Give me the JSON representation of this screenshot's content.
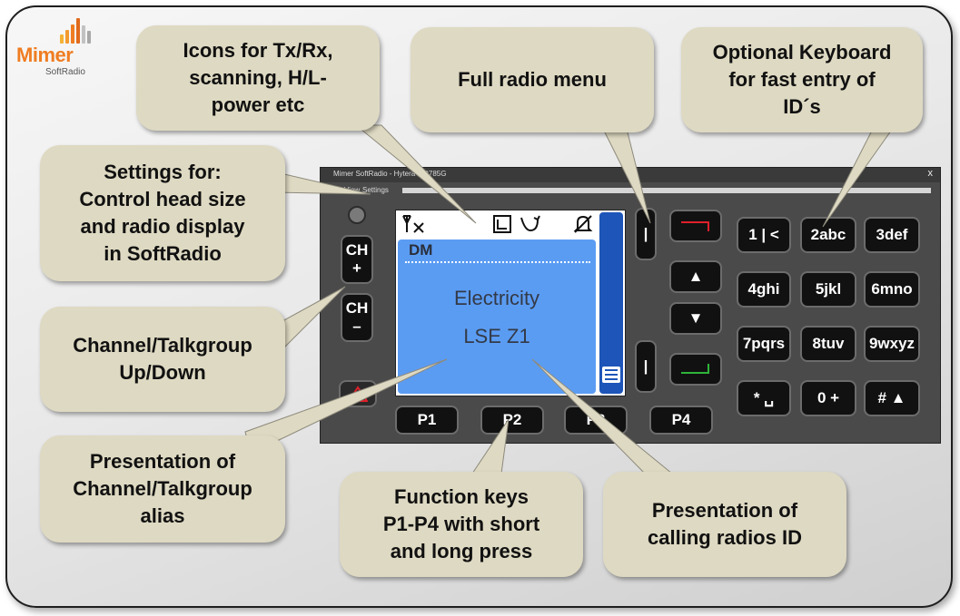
{
  "logo": {
    "name": "Mimer",
    "sub": "SoftRadio",
    "bar_colors": [
      "#f5b335",
      "#f29a2e",
      "#ef7d22",
      "#e06a1c",
      "#c2c2c2",
      "#a8a8a8"
    ]
  },
  "radio_window": {
    "title": "Mimer SoftRadio - Hytera MD785G",
    "close": "x",
    "menu": [
      "File",
      "View",
      "Settings"
    ]
  },
  "display": {
    "status_icons": [
      "antenna-no-signal-icon",
      "scan-icon",
      "talkaround-icon",
      "mute-icon"
    ],
    "mode": "DM",
    "line1": "Electricity",
    "line2": "LSE Z1",
    "lcd_color": "#5b9cf3",
    "bar_color": "#1d55b9"
  },
  "keys": {
    "ch_label": "CH",
    "ch_up_sign": "+",
    "ch_down_sign": "–",
    "p1": "P1",
    "p2": "P2",
    "p3": "P3",
    "p4": "P4",
    "menu_key": "|",
    "ok_key": "|",
    "up": "▲",
    "down": "▼",
    "keypad": [
      "1 | <",
      "2abc",
      "3def",
      "4ghi",
      "5jkl",
      "6mno",
      "7pqrs",
      "8tuv",
      "9wxyz",
      "* ␣",
      "0 +",
      "# ▲"
    ]
  },
  "callouts": {
    "icons": [
      "Icons for Tx/Rx,",
      "scanning, H/L-",
      "power etc"
    ],
    "menu": [
      "Full radio menu"
    ],
    "keyboard": [
      "Optional Keyboard",
      "for fast entry of",
      "ID´s"
    ],
    "settings": [
      "Settings for:",
      "Control head size",
      "and radio display",
      "in SoftRadio"
    ],
    "channel": [
      "Channel/Talkgroup",
      "Up/Down"
    ],
    "alias": [
      "Presentation of",
      "Channel/Talkgroup",
      "alias"
    ],
    "function": [
      "Function keys",
      "P1-P4 with short",
      "and long press"
    ],
    "calling": [
      "Presentation of",
      "calling radios ID"
    ]
  },
  "colors": {
    "callout_bg": "#ded9c2",
    "radio_body": "#4a4a4a",
    "end_red": "#e0202a",
    "call_green": "#2fb43a"
  }
}
